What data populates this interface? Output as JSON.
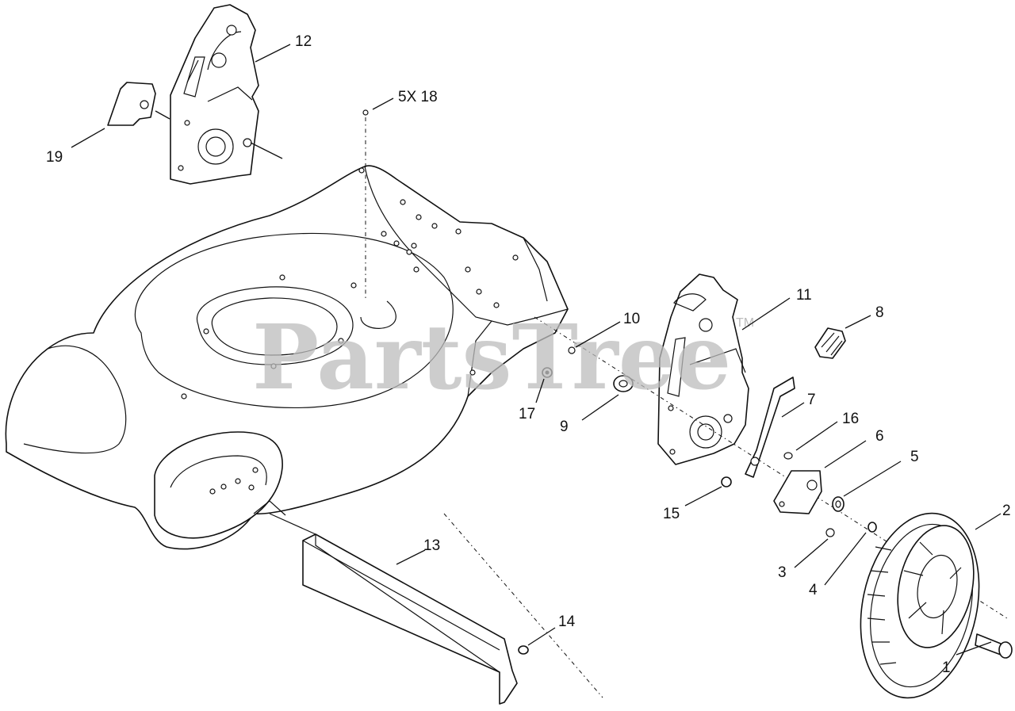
{
  "watermark": {
    "text": "PartsTree",
    "mark": "TM",
    "color": "#bdbdbd"
  },
  "callouts": {
    "c1": "1",
    "c2": "2",
    "c3": "3",
    "c4": "4",
    "c5": "5",
    "c6": "6",
    "c7": "7",
    "c8": "8",
    "c9": "9",
    "c10": "10",
    "c11": "11",
    "c12": "12",
    "c13": "13",
    "c14": "14",
    "c15": "15",
    "c16": "16",
    "c17": "17",
    "c18": "5X 18",
    "c19": "19"
  }
}
